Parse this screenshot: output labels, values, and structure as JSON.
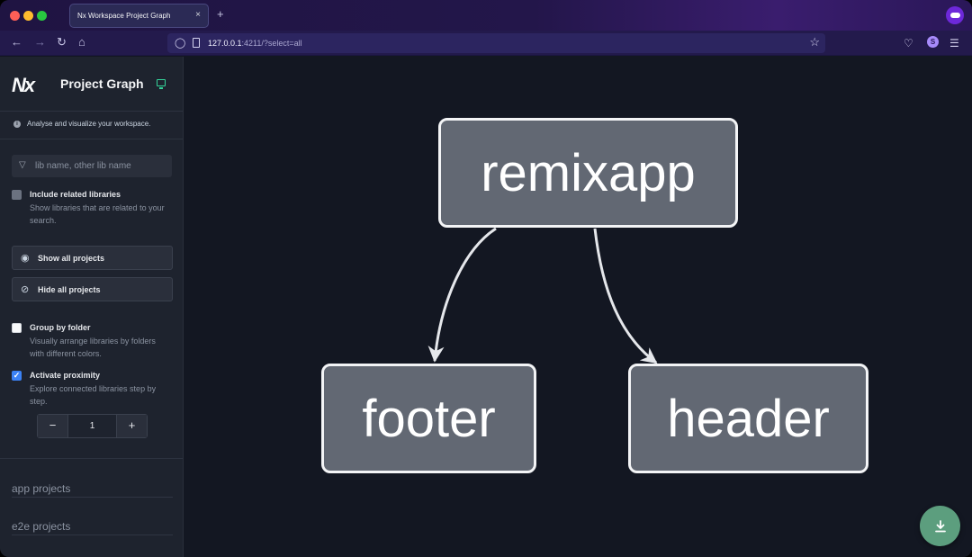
{
  "browser": {
    "tab_title": "Nx Workspace Project Graph",
    "tab_close": "×",
    "new_tab": "+",
    "url_host": "127.0.0.1",
    "url_rest": ":4211/?select=all",
    "icons": [
      "back-icon",
      "forward-icon",
      "reload-icon",
      "home-icon",
      "shield-icon",
      "page-icon",
      "bookmark-star-icon",
      "pocket-icon",
      "account-icon",
      "menu-icon",
      "private-mask-icon"
    ],
    "account_initial": "S"
  },
  "sidebar": {
    "logo": "Nx",
    "title": "Project Graph",
    "info": "Analyse and visualize your workspace.",
    "search": {
      "placeholder": "lib name, other lib name",
      "value": ""
    },
    "include_related": {
      "label": "Include related libraries",
      "description": "Show libraries that are related to your search.",
      "checked": false
    },
    "show_all_label": "Show all projects",
    "hide_all_label": "Hide all projects",
    "group_by_folder": {
      "label": "Group by folder",
      "description": "Visually arrange libraries by folders with different colors.",
      "checked": false
    },
    "activate_proximity": {
      "label": "Activate proximity",
      "description": "Explore connected libraries step by step.",
      "checked": true
    },
    "stepper": {
      "minus": "−",
      "value": "1",
      "plus": "+"
    },
    "sections": [
      "app projects",
      "e2e projects"
    ]
  },
  "graph": {
    "nodes": [
      {
        "id": "remixapp",
        "label": "remixapp"
      },
      {
        "id": "footer",
        "label": "footer"
      },
      {
        "id": "header",
        "label": "header"
      }
    ],
    "edges": [
      {
        "from": "remixapp",
        "to": "footer"
      },
      {
        "from": "remixapp",
        "to": "header"
      }
    ],
    "node_fill": "#626873",
    "node_border": "#f3f4f6"
  },
  "fab": {
    "icon": "download-icon",
    "color": "#5c9e7e"
  }
}
